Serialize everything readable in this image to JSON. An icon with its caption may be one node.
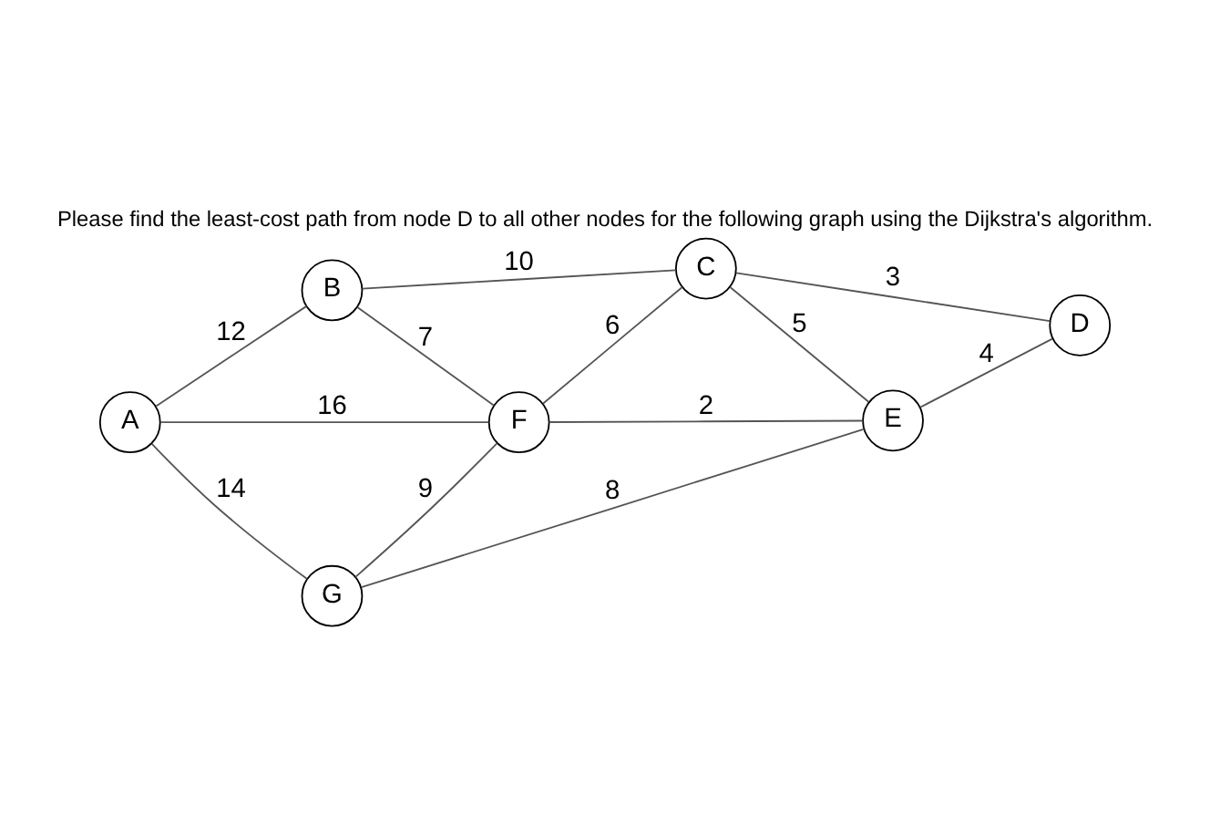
{
  "diagram": {
    "title": "Please find the least-cost path from node D to all other nodes for the following graph using the Dijkstra's algorithm.",
    "nodes": [
      {
        "text": [
          "B"
        ]
      },
      {
        "text": [
          "C"
        ]
      },
      {
        "text": [
          "A"
        ]
      },
      {
        "text": [
          "F"
        ]
      },
      {
        "text": [
          "D"
        ]
      },
      {
        "text": [
          "G"
        ]
      },
      {
        "text": [
          "E"
        ]
      }
    ],
    "edges": [
      {
        "from": 2,
        "to": 0,
        "arrow": "none",
        "label": "12"
      },
      {
        "from": 0,
        "to": 1,
        "arrow": "none",
        "label": "10"
      },
      {
        "from": 0,
        "to": 3,
        "arrow": "none",
        "label": "7"
      },
      {
        "from": 3,
        "to": 1,
        "arrow": "none",
        "label": "6"
      },
      {
        "from": 1,
        "to": 4,
        "arrow": "none",
        "label": "3"
      },
      {
        "from": 2,
        "to": 3,
        "arrow": "none",
        "label": "16"
      },
      {
        "from": 1,
        "to": 6,
        "arrow": "none",
        "label": "5"
      },
      {
        "from": 2,
        "to": 5,
        "arrow": "none",
        "label": "14"
      },
      {
        "from": 5,
        "to": 3,
        "arrow": "none",
        "label": "9"
      },
      {
        "from": 3,
        "to": 6,
        "arrow": "none",
        "label": "2"
      },
      {
        "from": 6,
        "to": 4,
        "arrow": "none",
        "label": "4"
      },
      {
        "from": 5,
        "to": 6,
        "arrow": "none",
        "label": "8"
      }
    ]
  }
}
